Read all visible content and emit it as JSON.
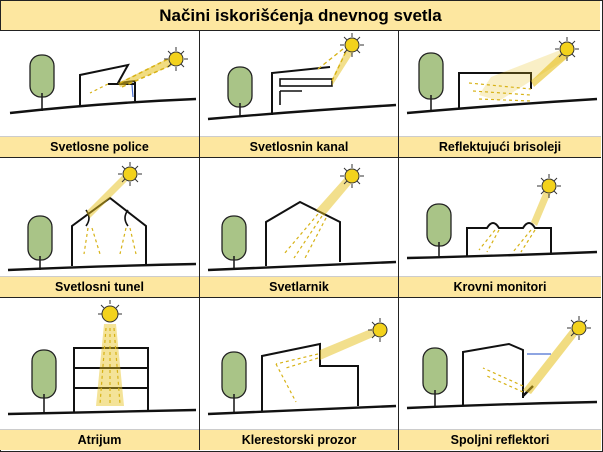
{
  "title": "Načini iskorišćenja dnevnog svetla",
  "colors": {
    "header_bg": "#fde7a0",
    "sun": "#f3d21c",
    "beam": "#e6c01a",
    "tree": "#a9c487",
    "line": "#111111"
  },
  "cells": [
    {
      "id": "svetlosne-police",
      "label": "Svetlosne police"
    },
    {
      "id": "svetlosnin-kanal",
      "label": "Svetlosnin kanal"
    },
    {
      "id": "reflektujuci-brisoleji",
      "label": "Reflektujući brisoleji"
    },
    {
      "id": "svetlosni-tunel",
      "label": "Svetlosni tunel"
    },
    {
      "id": "svetlarnik",
      "label": "Svetlarnik"
    },
    {
      "id": "krovni-monitori",
      "label": "Krovni monitori"
    },
    {
      "id": "atrijum",
      "label": "Atrijum"
    },
    {
      "id": "klerestorski-prozor",
      "label": "Klerestorski prozor"
    },
    {
      "id": "spoljni-reflektori",
      "label": "Spoljni reflektori"
    }
  ]
}
